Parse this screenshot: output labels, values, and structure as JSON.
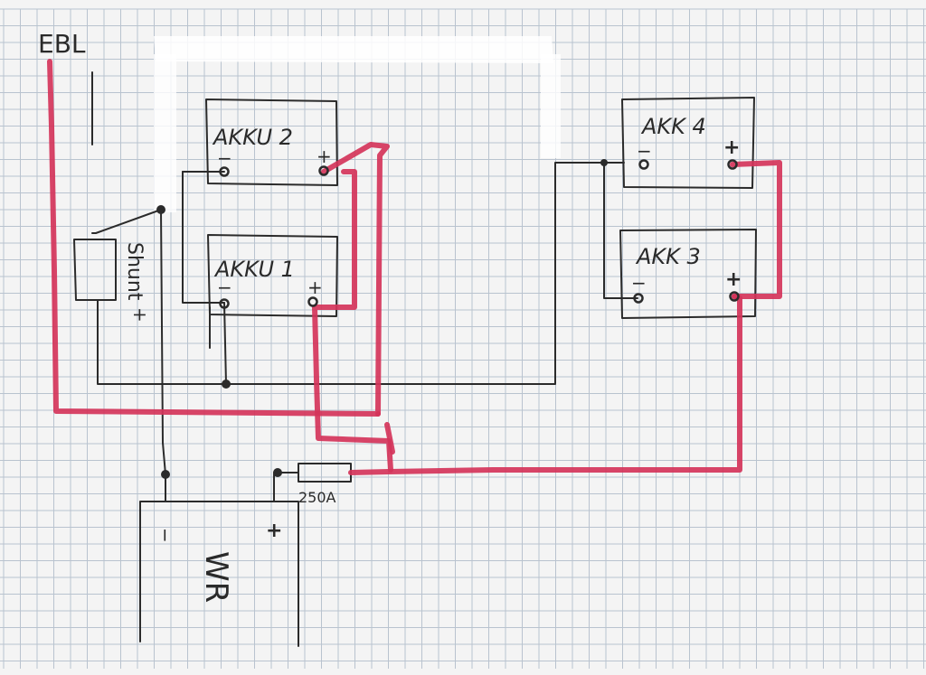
{
  "labels": {
    "ebl": "EBL",
    "shunt": "Shunt",
    "akku2": "AKKU 2",
    "akku1": "AKKU 1",
    "akk4": "AKK 4",
    "akk3": "AKK 3",
    "fuse": "250A",
    "wr": "WR",
    "minus": "−",
    "plus": "+"
  },
  "colors": {
    "paper": "#f4f4f4",
    "grid": "#b9c3cf",
    "ink": "#2b2b2b",
    "positive_wire": "#d4345a"
  }
}
